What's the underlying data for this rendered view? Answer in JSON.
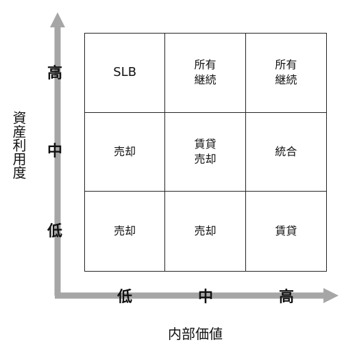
{
  "axes": {
    "y_title": "資産利用度",
    "x_title": "内部価値",
    "y_ticks": [
      "高",
      "中",
      "低"
    ],
    "x_ticks": [
      "低",
      "中",
      "高"
    ],
    "arrow_color": "#a6a6a6"
  },
  "matrix": {
    "rows": [
      [
        "SLB",
        "所有\n継続",
        "所有\n継続"
      ],
      [
        "売却",
        "賃貸\n売却",
        "統合"
      ],
      [
        "売却",
        "売却",
        "賃貸"
      ]
    ]
  }
}
